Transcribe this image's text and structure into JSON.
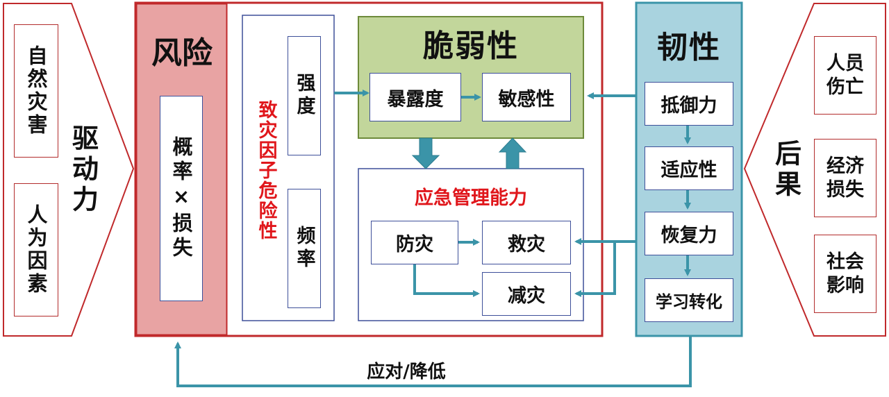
{
  "drivers": {
    "title": "驱动力",
    "items": [
      {
        "label": "自然灾害"
      },
      {
        "label": "人为因素"
      }
    ]
  },
  "risk": {
    "title": "风险",
    "formula": "概率×损失"
  },
  "hazard": {
    "title": "致灾因子危险性",
    "items": [
      {
        "label": "强度"
      },
      {
        "label": "频率"
      }
    ]
  },
  "vulnerability": {
    "title": "脆弱性",
    "exposure": "暴露度",
    "sensitivity": "敏感性"
  },
  "emergency": {
    "title": "应急管理能力",
    "prevention": "防灾",
    "rescue": "救灾",
    "mitigation": "减灾"
  },
  "resilience": {
    "title": "韧性",
    "items": [
      {
        "label": "抵御力"
      },
      {
        "label": "适应性"
      },
      {
        "label": "恢复力"
      },
      {
        "label": "学习转化"
      }
    ]
  },
  "consequences": {
    "title": "后果",
    "items": [
      {
        "label": "人员伤亡"
      },
      {
        "label": "经济损失"
      },
      {
        "label": "社会影响"
      }
    ]
  },
  "feedback_label": "应对/降低",
  "colors": {
    "red": "#c0292b",
    "risk_fill": "#e8a3a3",
    "green_fill": "#c2d69b",
    "teal": "#3b94a8",
    "resilience_fill": "#a9d3df"
  }
}
